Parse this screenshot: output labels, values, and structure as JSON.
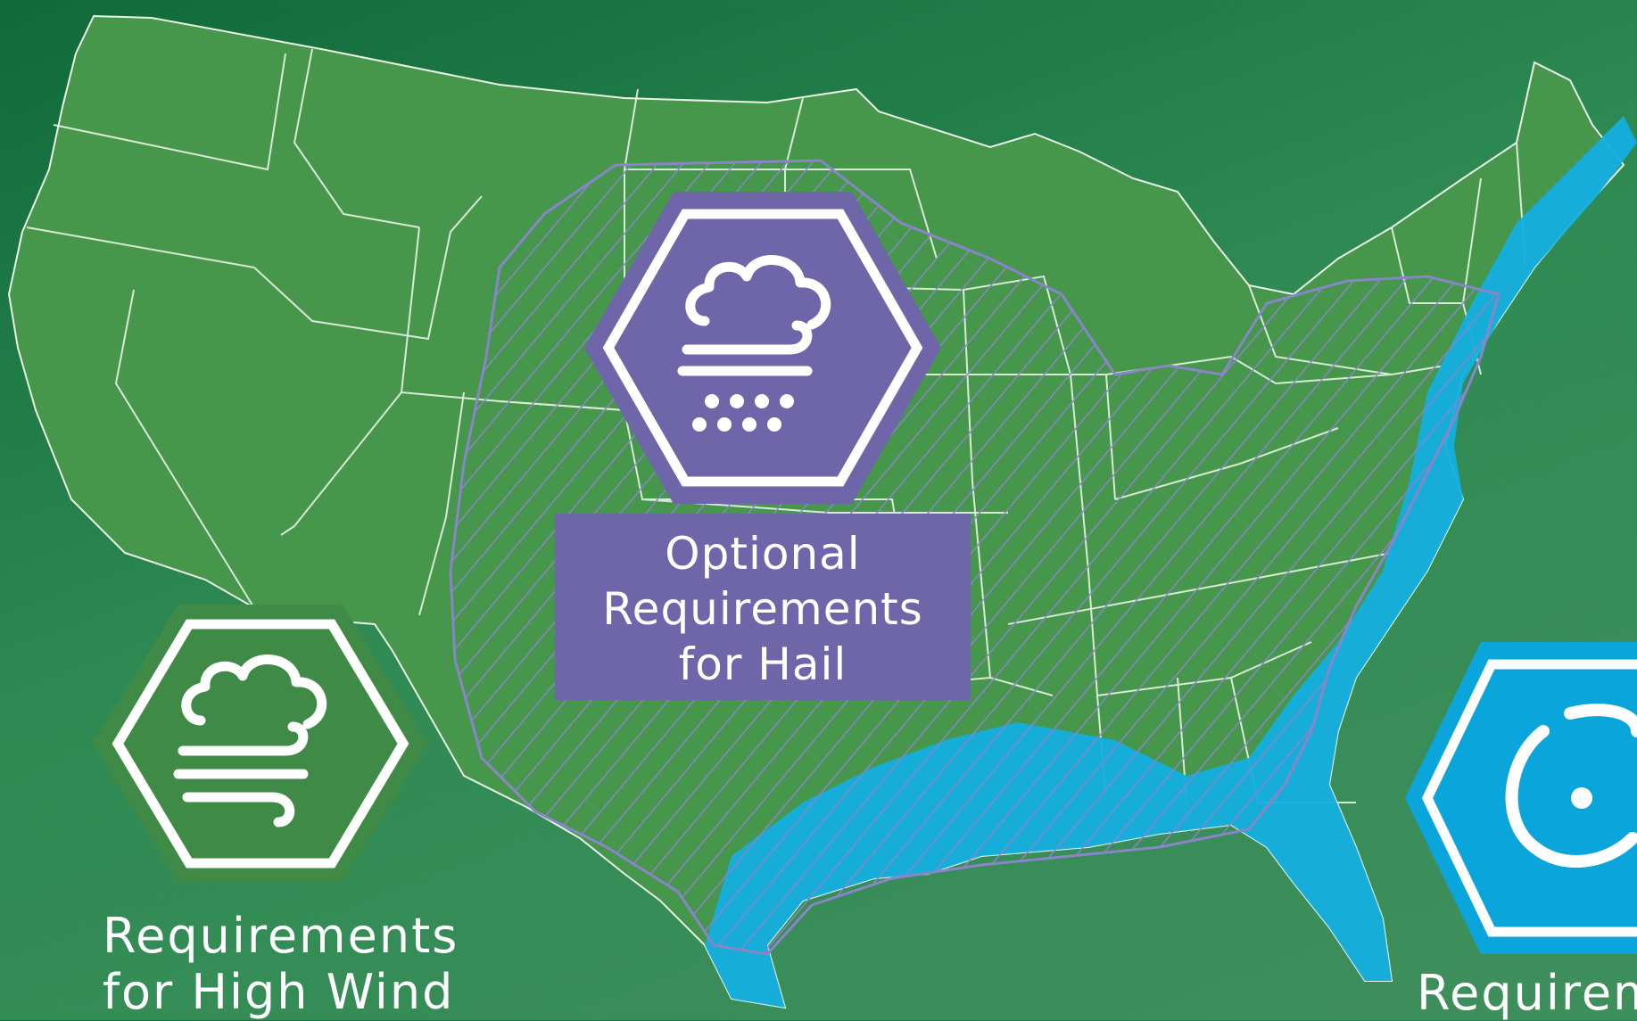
{
  "colors": {
    "background": "#1d7440",
    "land": "#46974c",
    "state_border": "#e8f3e6",
    "hail_zone": "#8a84c8",
    "hail_badge": "#6f66aa",
    "wind_badge": "#3f8a46",
    "hurricane_zone": "#14aee0",
    "hurricane_badge": "#0aa6db"
  },
  "icons": {
    "hail": "cloud-wind-hail-icon",
    "wind": "cloud-wind-icon",
    "hurricane": "hurricane-icon"
  },
  "hail_label": {
    "line1": "Optional",
    "line2": "Requirements",
    "line3": "for Hail"
  },
  "wind_label": {
    "line1": "Requirements",
    "line2": "for High Wind"
  },
  "hurricane_label": {
    "line1": "Requirem"
  }
}
